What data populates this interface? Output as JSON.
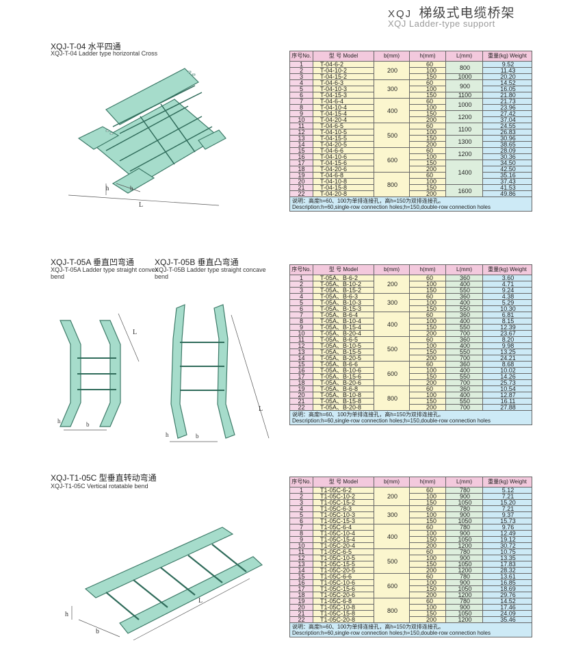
{
  "header": {
    "code": "XQJ",
    "title_cn": "梯级式电缆桥架",
    "title_en": "XQJ Ladder-type support"
  },
  "sections": [
    {
      "title": "XQJ-T-04 水平四通",
      "subtitle": "XQJ-T-04 Ladder type horizontal Cross",
      "dims": {
        "h": "h",
        "b": "b",
        "L": "L"
      }
    },
    {
      "title": "XQJ-T-05A 垂直凹弯通",
      "subtitle_line1": "XQJ-T-05A Ladder type straight convex",
      "subtitle_line2": "bend",
      "title_b": "XQJ-T-05B 垂直凸弯通",
      "subtitle_b_line1": "XQJ-T-05B Ladder type straight concave",
      "subtitle_b_line2": "bend",
      "dims": {
        "h": "h",
        "b": "b",
        "L": "L"
      }
    },
    {
      "title": "XQJ-T1-05C 型垂直转动弯通",
      "subtitle": "XQJ-T1-05C Vertical rotatable bend",
      "dims": {
        "h": "h",
        "b": "b",
        "L": "L"
      }
    }
  ],
  "table_headers": {
    "no": "序号No.",
    "model": "型 号 Model",
    "b": "b(mm)",
    "h": "h(mm)",
    "l": "L(mm)",
    "w": "重量(kg) Weight"
  },
  "tables": [
    {
      "note_cn": "说明：高度h=60、100为单排连接孔，高h=150为双排连接孔。",
      "note_en": "Description:h=60,single-row connection holes;h=150,double-row connection holes",
      "rows": [
        {
          "no": "1",
          "model": "T-04-6-2",
          "h": "60",
          "w": "9.52"
        },
        {
          "no": "2",
          "model": "T-04-10-2",
          "h": "100",
          "w": "11.43"
        },
        {
          "no": "3",
          "model": "T-04-15-2",
          "h": "150",
          "w": "20.20"
        },
        {
          "no": "4",
          "model": "T-04-6-3",
          "h": "60",
          "w": "14.52"
        },
        {
          "no": "5",
          "model": "T-04-10-3",
          "h": "100",
          "w": "16.05"
        },
        {
          "no": "6",
          "model": "T-04-15-3",
          "h": "150",
          "w": "21.80"
        },
        {
          "no": "7",
          "model": "T-04-6-4",
          "h": "60",
          "w": "21.73"
        },
        {
          "no": "8",
          "model": "T-04-10-4",
          "h": "100",
          "w": "23.96"
        },
        {
          "no": "9",
          "model": "T-04-15-4",
          "h": "150",
          "w": "27.42"
        },
        {
          "no": "10",
          "model": "T-04-20-4",
          "h": "200",
          "w": "37.04"
        },
        {
          "no": "11",
          "model": "T-04-6-5",
          "h": "60",
          "w": "24.55"
        },
        {
          "no": "12",
          "model": "T-04-10-5",
          "h": "100",
          "w": "26.83"
        },
        {
          "no": "13",
          "model": "T-04-15-5",
          "h": "150",
          "w": "30.96"
        },
        {
          "no": "14",
          "model": "T-04-20-5",
          "h": "200",
          "w": "38.65"
        },
        {
          "no": "15",
          "model": "T-04-6-6",
          "h": "60",
          "w": "28.09"
        },
        {
          "no": "16",
          "model": "T-04-10-6",
          "h": "100",
          "w": "30.36"
        },
        {
          "no": "17",
          "model": "T-04-15-6",
          "h": "150",
          "w": "34.50"
        },
        {
          "no": "18",
          "model": "T-04-20-6",
          "h": "200",
          "w": "42.50"
        },
        {
          "no": "19",
          "model": "T-04-6-8",
          "h": "60",
          "w": "35.16"
        },
        {
          "no": "20",
          "model": "T-04-10-8",
          "h": "100",
          "w": "37.43"
        },
        {
          "no": "21",
          "model": "T-04-15-8",
          "h": "150",
          "w": "41.53"
        },
        {
          "no": "22",
          "model": "T-04-20-8",
          "h": "200",
          "w": "49.86"
        }
      ],
      "b_groups": [
        [
          "200",
          3
        ],
        [
          "300",
          3
        ],
        [
          "400",
          4
        ],
        [
          "500",
          4
        ],
        [
          "600",
          4
        ],
        [
          "800",
          4
        ]
      ],
      "l_groups": [
        [
          "800",
          2
        ],
        [
          "1000",
          1
        ],
        [
          "900",
          2
        ],
        [
          "1100",
          1
        ],
        [
          "1000",
          2
        ],
        [
          "1200",
          2
        ],
        [
          "1100",
          2
        ],
        [
          "1300",
          2
        ],
        [
          "1200",
          2
        ],
        [
          "1400",
          4
        ],
        [
          "1600",
          2
        ]
      ]
    },
    {
      "note_cn": "说明：高度h=60、100为单排连接孔，高h=150为双排连接孔。",
      "note_en": "Description:h=60,single-row connection holes;h=150,double-row connection holes",
      "rows": [
        {
          "no": "1",
          "model": "T-05A、B-6-2",
          "h": "60",
          "l": "360",
          "w": "3.60"
        },
        {
          "no": "2",
          "model": "T-05A、B-10-2",
          "h": "100",
          "l": "400",
          "w": "4.71"
        },
        {
          "no": "3",
          "model": "T-05A、B-15-2",
          "h": "150",
          "l": "550",
          "w": "9.24"
        },
        {
          "no": "4",
          "model": "T-05A、B-6-3",
          "h": "60",
          "l": "360",
          "w": "4.38"
        },
        {
          "no": "5",
          "model": "T-05A、B-10-3",
          "h": "100",
          "l": "400",
          "w": "5.29"
        },
        {
          "no": "6",
          "model": "T-05A、B-15-3",
          "h": "150",
          "l": "550",
          "w": "10.30"
        },
        {
          "no": "7",
          "model": "T-05A、B-6-4",
          "h": "60",
          "l": "360",
          "w": "6.81"
        },
        {
          "no": "8",
          "model": "T-05A、B-10-4",
          "h": "100",
          "l": "400",
          "w": "8.15"
        },
        {
          "no": "9",
          "model": "T-05A、B-15-4",
          "h": "150",
          "l": "550",
          "w": "12.39"
        },
        {
          "no": "10",
          "model": "T-05A、B-20-4",
          "h": "200",
          "l": "700",
          "w": "23.67"
        },
        {
          "no": "11",
          "model": "T-05A、B-6-5",
          "h": "60",
          "l": "360",
          "w": "8.20"
        },
        {
          "no": "12",
          "model": "T-05A、B-10-5",
          "h": "100",
          "l": "400",
          "w": "9.98"
        },
        {
          "no": "13",
          "model": "T-05A、B-15-5",
          "h": "150",
          "l": "550",
          "w": "13.25"
        },
        {
          "no": "14",
          "model": "T-05A、B-20-5",
          "h": "200",
          "l": "700",
          "w": "24.21"
        },
        {
          "no": "15",
          "model": "T-05A、B-6-6",
          "h": "60",
          "l": "360",
          "w": "8.68"
        },
        {
          "no": "16",
          "model": "T-05A、B-10-6",
          "h": "100",
          "l": "400",
          "w": "10.02"
        },
        {
          "no": "17",
          "model": "T-05A、B-15-6",
          "h": "150",
          "l": "550",
          "w": "14.26"
        },
        {
          "no": "18",
          "model": "T-05A、B-20-6",
          "h": "200",
          "l": "700",
          "w": "25.73"
        },
        {
          "no": "19",
          "model": "T-05A、B-6-8",
          "h": "60",
          "l": "360",
          "w": "10.54"
        },
        {
          "no": "20",
          "model": "T-05A、B-10-8",
          "h": "100",
          "l": "400",
          "w": "12.87"
        },
        {
          "no": "21",
          "model": "T-05A、B-15-8",
          "h": "150",
          "l": "550",
          "w": "16.11"
        },
        {
          "no": "22",
          "model": "T-05A、B-20-8",
          "h": "200",
          "l": "700",
          "w": "27.88"
        }
      ],
      "b_groups": [
        [
          "200",
          3
        ],
        [
          "300",
          3
        ],
        [
          "400",
          4
        ],
        [
          "500",
          4
        ],
        [
          "600",
          4
        ],
        [
          "800",
          4
        ]
      ]
    },
    {
      "note_cn": "说明：高度h=60、100为单排连接孔，高h=150为双排连接孔。",
      "note_en": "Description:h=60,single-row connection holes;h=150,double-row connection holes",
      "rows": [
        {
          "no": "1",
          "model": "T1-05C-6-2",
          "h": "60",
          "l": "780",
          "w": "5.12"
        },
        {
          "no": "2",
          "model": "T1-05C-10-2",
          "h": "100",
          "l": "900",
          "w": "7.21"
        },
        {
          "no": "3",
          "model": "T1-05C-15-2",
          "h": "150",
          "l": "1050",
          "w": "15.20"
        },
        {
          "no": "4",
          "model": "T1-05C-6-3",
          "h": "60",
          "l": "780",
          "w": "7.21"
        },
        {
          "no": "5",
          "model": "T1-05C-10-3",
          "h": "100",
          "l": "900",
          "w": "9.37"
        },
        {
          "no": "6",
          "model": "T1-05C-15-3",
          "h": "150",
          "l": "1050",
          "w": "15.73"
        },
        {
          "no": "7",
          "model": "T1-05C-6-4",
          "h": "60",
          "l": "780",
          "w": "9.76"
        },
        {
          "no": "8",
          "model": "T1-05C-10-4",
          "h": "100",
          "l": "900",
          "w": "12.49"
        },
        {
          "no": "9",
          "model": "T1-05C-15-4",
          "h": "150",
          "l": "1050",
          "w": "19.12"
        },
        {
          "no": "10",
          "model": "T1-05C-20-4",
          "h": "200",
          "l": "1200",
          "w": "30.72"
        },
        {
          "no": "11",
          "model": "T1-05C-6-5",
          "h": "60",
          "l": "780",
          "w": "10.75"
        },
        {
          "no": "12",
          "model": "T1-05C-10-5",
          "h": "100",
          "l": "900",
          "w": "13.35"
        },
        {
          "no": "13",
          "model": "T1-05C-15-5",
          "h": "150",
          "l": "1050",
          "w": "17.83"
        },
        {
          "no": "14",
          "model": "T1-05C-20-5",
          "h": "200",
          "l": "1200",
          "w": "28.32"
        },
        {
          "no": "15",
          "model": "T1-05C-6-6",
          "h": "60",
          "l": "780",
          "w": "13.61"
        },
        {
          "no": "16",
          "model": "T1-05C-10-6",
          "h": "100",
          "l": "900",
          "w": "16.85"
        },
        {
          "no": "17",
          "model": "T1-05C-15-6",
          "h": "150",
          "l": "1050",
          "w": "18.69"
        },
        {
          "no": "18",
          "model": "T1-05C-20-6",
          "h": "200",
          "l": "1200",
          "w": "29.76"
        },
        {
          "no": "19",
          "model": "T1-05C-6-8",
          "h": "60",
          "l": "780",
          "w": "14.52"
        },
        {
          "no": "20",
          "model": "T1-05C-10-8",
          "h": "100",
          "l": "900",
          "w": "17.46"
        },
        {
          "no": "21",
          "model": "T1-05C-15-8",
          "h": "150",
          "l": "1050",
          "w": "24.09"
        },
        {
          "no": "22",
          "model": "T1-05C-20-8",
          "h": "200",
          "l": "1200",
          "w": "35.46"
        }
      ],
      "b_groups": [
        [
          "200",
          3
        ],
        [
          "300",
          3
        ],
        [
          "400",
          4
        ],
        [
          "500",
          4
        ],
        [
          "600",
          4
        ],
        [
          "800",
          4
        ]
      ]
    }
  ],
  "colors": {
    "no_col": "#f6d6e6",
    "header": "#f3c9dd",
    "model_col": "#fbf6ce",
    "l_col": "#ddeedd",
    "weight_col": "#cdeaf6",
    "tray_fill": "#9fd6c6",
    "tray_stroke": "#3d7a68"
  }
}
